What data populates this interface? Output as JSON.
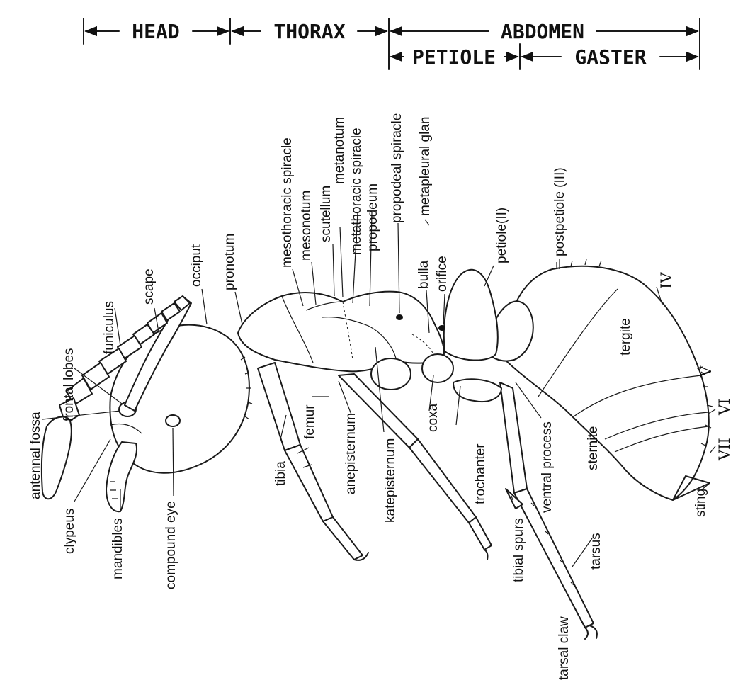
{
  "sections": {
    "head": "HEAD",
    "thorax": "THORAX",
    "abdomen": "ABDOMEN",
    "petiole": "PETIOLE",
    "gaster": "GASTER"
  },
  "labels": {
    "antennal_fossa": "antennal fossa",
    "frontal_lobes": "frontal lobes",
    "funiculus": "funiculus",
    "scape": "scape",
    "occiput": "occiput",
    "clypeus": "clypeus",
    "mandibles": "mandibles",
    "compound_eye": "compound eye",
    "pronotum": "pronotum",
    "mesothoracic_spiracle": "mesothoracic spiracle",
    "mesonotum": "mesonotum",
    "scutellum": "scutellum",
    "metanotum": "metanotum",
    "metathoracic_spiracle": "metathoracic spiracle",
    "propodeum": "propodeum",
    "propodeal_spiracle": "propodeal spiracle",
    "metapleural_gland": "metapleural glan",
    "bulla": "bulla",
    "orifice": "orifice",
    "petiole_ii": "petiole(II)",
    "postpetiole_iii": "postpetiole (III)",
    "tibia": "tibia",
    "femur": "femur",
    "anepisternum": "anepisternum",
    "katepisternum": "katepisternum",
    "coxa": "coxa",
    "trochanter": "trochanter",
    "ventral_process": "ventral process",
    "sternite": "sternite",
    "tergite": "tergite",
    "sting": "sting",
    "tibial_spurs": "tibial spurs",
    "tarsus": "tarsus",
    "tarsal_claw": "tarsal claw",
    "seg_iv": "IV",
    "seg_v": "V",
    "seg_vi": "VI",
    "seg_vii": "VII"
  }
}
